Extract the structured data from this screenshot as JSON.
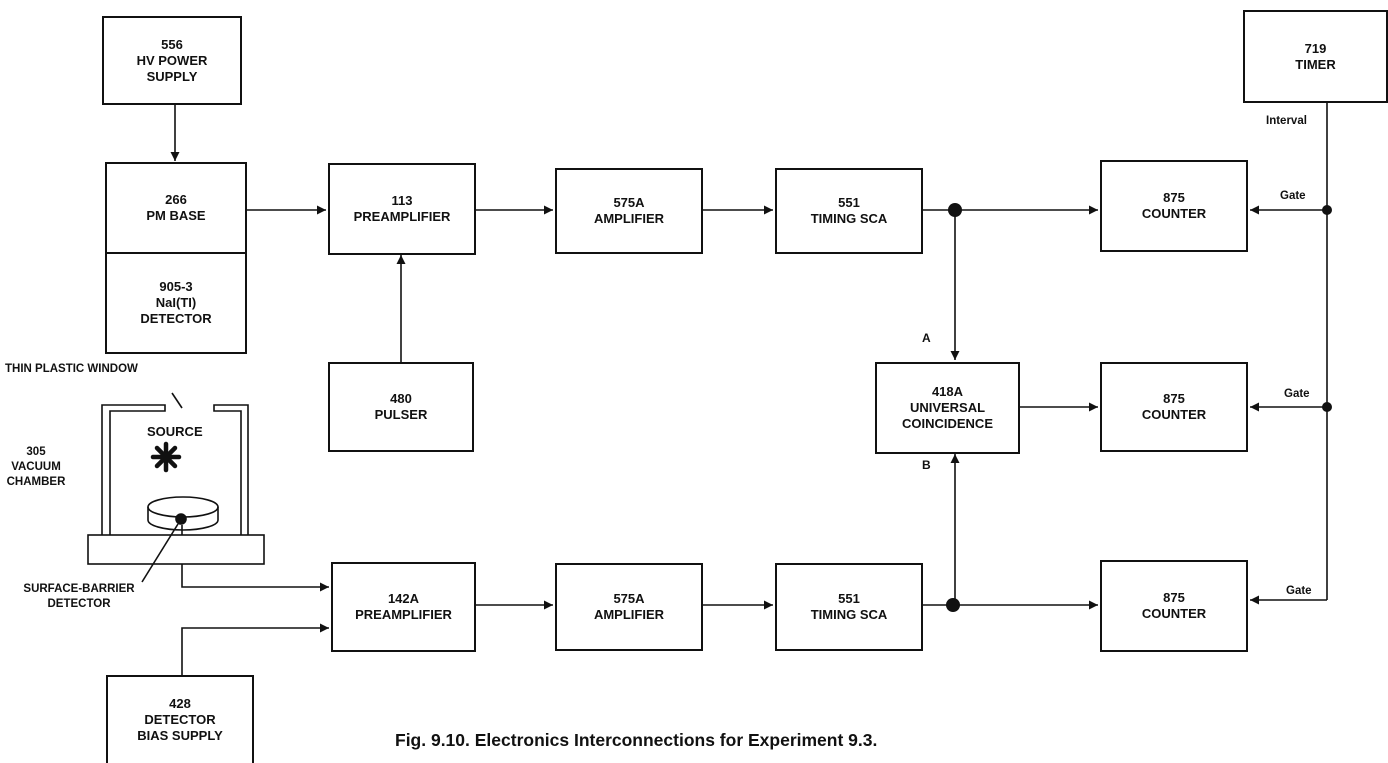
{
  "blocks": {
    "hv_supply": [
      "556",
      "HV POWER",
      "SUPPLY"
    ],
    "pm_base": [
      "266",
      "PM BASE"
    ],
    "nai_detector": [
      "905-3",
      "NaI(TI)",
      "DETECTOR"
    ],
    "preamp_113": [
      "113",
      "PREAMPLIFIER"
    ],
    "pulser": [
      "480",
      "PULSER"
    ],
    "amp_top": [
      "575A",
      "AMPLIFIER"
    ],
    "sca_top": [
      "551",
      "TIMING SCA"
    ],
    "counter_top": [
      "875",
      "COUNTER"
    ],
    "timer": [
      "719",
      "TIMER"
    ],
    "coincidence": [
      "418A",
      "UNIVERSAL",
      "COINCIDENCE"
    ],
    "counter_mid": [
      "875",
      "COUNTER"
    ],
    "preamp_142a": [
      "142A",
      "PREAMPLIFIER"
    ],
    "amp_bottom": [
      "575A",
      "AMPLIFIER"
    ],
    "sca_bottom": [
      "551",
      "TIMING SCA"
    ],
    "counter_bottom": [
      "875",
      "COUNTER"
    ],
    "bias_supply": [
      "428",
      "DETECTOR",
      "BIAS SUPPLY"
    ]
  },
  "labels": {
    "thin_window": "THIN PLASTIC WINDOW",
    "source": "SOURCE",
    "vacuum_chamber": [
      "305",
      "VACUUM",
      "CHAMBER"
    ],
    "surface_barrier": [
      "SURFACE-BARRIER",
      "DETECTOR"
    ],
    "input_a": "A",
    "input_b": "B",
    "interval": "Interval",
    "gate_top": "Gate",
    "gate_mid": "Gate",
    "gate_bottom": "Gate"
  },
  "caption": "Fig. 9.10.   Electronics Interconnections for Experiment 9.3."
}
